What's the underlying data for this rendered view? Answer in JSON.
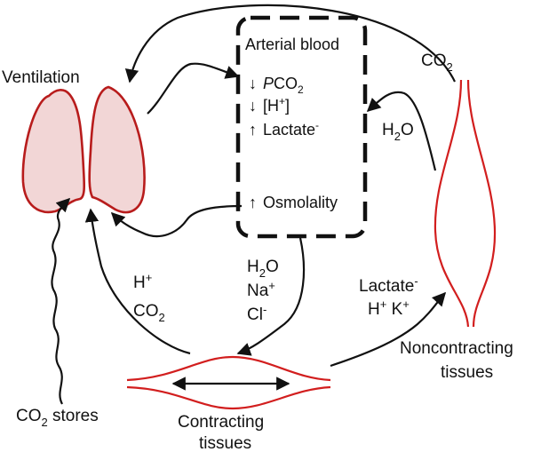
{
  "labels": {
    "ventilation": "Ventilation",
    "co2_stores_pre": "CO",
    "co2_stores_sub": "2",
    "co2_stores_post": " stores",
    "contracting_line1": "Contracting",
    "contracting_line2": "tissues",
    "noncontracting_line1": "Noncontracting",
    "noncontracting_line2": "tissues",
    "co2_top_pre": "CO",
    "co2_top_sub": "2",
    "h2o_right_pre": "H",
    "h2o_right_sub": "2",
    "h2o_right_post": "O",
    "h_left_main": "H",
    "h_left_sup": "+",
    "co2_left_pre": "CO",
    "co2_left_sub": "2",
    "h2o_mid_pre": "H",
    "h2o_mid_sub": "2",
    "h2o_mid_post": "O",
    "na_main": "Na",
    "na_sup": "+",
    "cl_main": "Cl",
    "cl_sup": "-",
    "lactate_main": "Lactate",
    "lactate_sup": "-",
    "h_right_main": "H",
    "h_right_sup": "+",
    "k_right_main": " K",
    "k_right_sup": "+"
  },
  "arterial_box": {
    "title": "Arterial blood",
    "pco2_italic": "P",
    "pco2_pre": "CO",
    "pco2_sub": "2",
    "hplus_open": "[H",
    "hplus_sup": "+",
    "hplus_close": "]",
    "lactate_main": "Lactate",
    "lactate_sup": "-",
    "osmolality": "Osmolality"
  },
  "colors": {
    "lung_fill": "#f2d6d6",
    "lung_stroke": "#b81c1c",
    "muscle_stroke": "#d21e1e",
    "arrow": "#111111"
  }
}
